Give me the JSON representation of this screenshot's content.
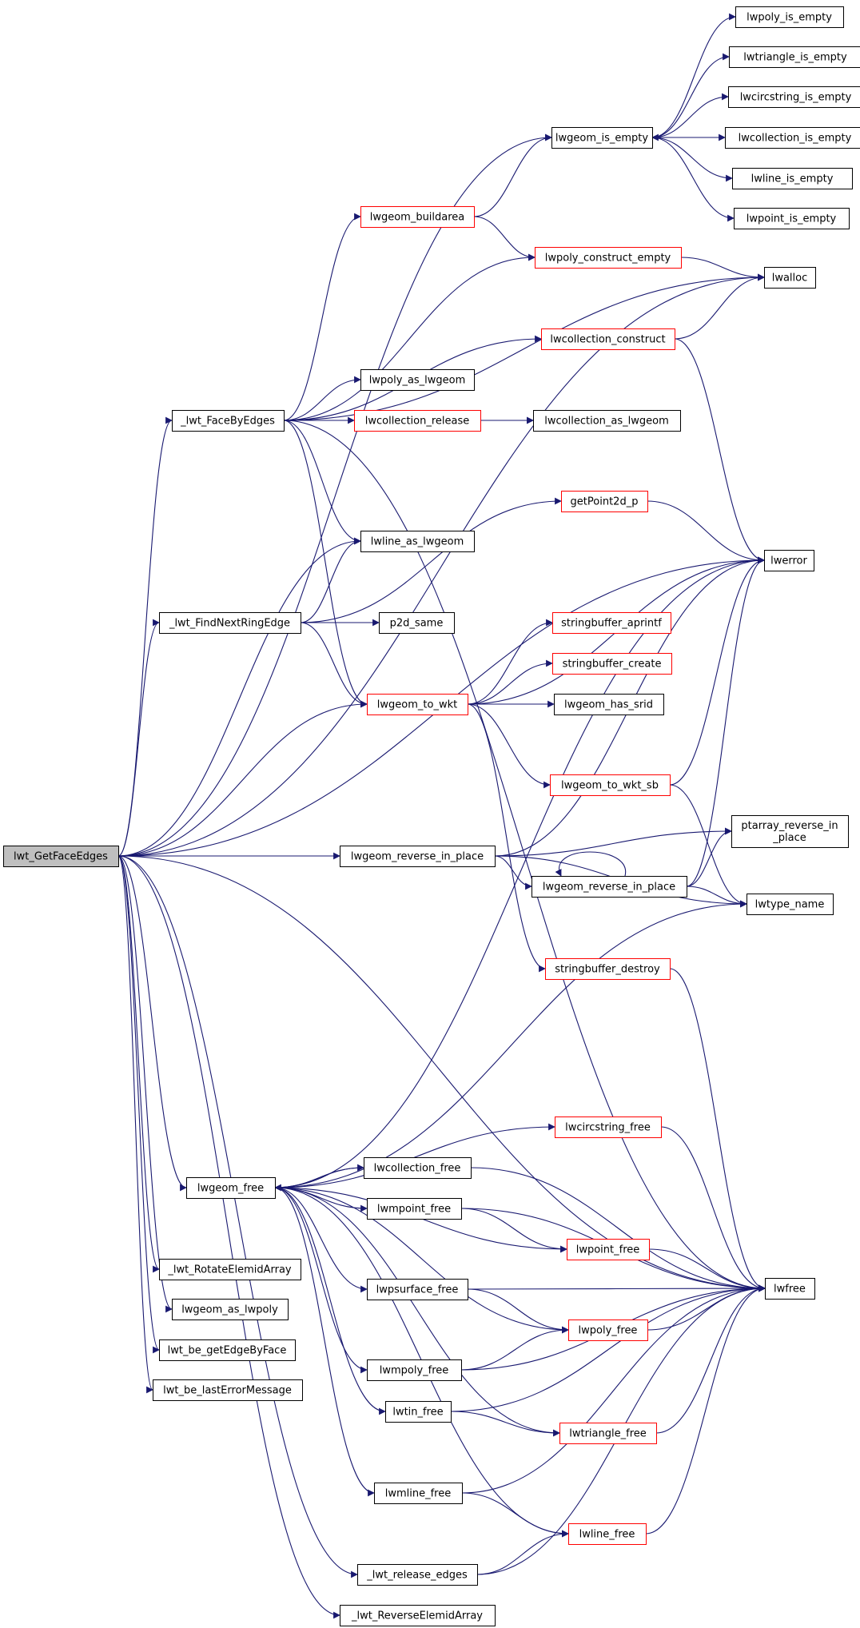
{
  "diagram": {
    "colors": {
      "edge": "#191970",
      "box_default": "#000000",
      "box_red": "#ff0000",
      "box_root_fill": "#bfbfbf",
      "text": "#000000"
    },
    "nodes": [
      {
        "id": "root",
        "label": "lwt_GetFaceEdges",
        "style": "root"
      },
      {
        "id": "faceByEdges",
        "label": "_lwt_FaceByEdges",
        "style": "black"
      },
      {
        "id": "findNextRing",
        "label": "_lwt_FindNextRingEdge",
        "style": "black"
      },
      {
        "id": "geomFree",
        "label": "lwgeom_free",
        "style": "black"
      },
      {
        "id": "rotateElemid",
        "label": "_lwt_RotateElemidArray",
        "style": "black"
      },
      {
        "id": "geomAsPoly",
        "label": "lwgeom_as_lwpoly",
        "style": "black"
      },
      {
        "id": "beGetEdge",
        "label": "lwt_be_getEdgeByFace",
        "style": "black"
      },
      {
        "id": "beLastErr",
        "label": "lwt_be_lastErrorMessage",
        "style": "black"
      },
      {
        "id": "geomBuildarea",
        "label": "lwgeom_buildarea",
        "style": "red"
      },
      {
        "id": "polyAsGeom",
        "label": "lwpoly_as_lwgeom",
        "style": "black"
      },
      {
        "id": "collRelease",
        "label": "lwcollection_release",
        "style": "red"
      },
      {
        "id": "lineAsGeom",
        "label": "lwline_as_lwgeom",
        "style": "black"
      },
      {
        "id": "p2dSame",
        "label": "p2d_same",
        "style": "black"
      },
      {
        "id": "geomToWkt",
        "label": "lwgeom_to_wkt",
        "style": "red"
      },
      {
        "id": "geomRevA",
        "label": "lwgeom_reverse_in_place",
        "style": "black"
      },
      {
        "id": "collFree",
        "label": "lwcollection_free",
        "style": "black"
      },
      {
        "id": "mpointFree",
        "label": "lwmpoint_free",
        "style": "black"
      },
      {
        "id": "psurfFree",
        "label": "lwpsurface_free",
        "style": "black"
      },
      {
        "id": "mpolyFree",
        "label": "lwmpoly_free",
        "style": "black"
      },
      {
        "id": "tinFree",
        "label": "lwtin_free",
        "style": "black"
      },
      {
        "id": "mlineFree",
        "label": "lwmline_free",
        "style": "black"
      },
      {
        "id": "releaseEdges",
        "label": "_lwt_release_edges",
        "style": "black"
      },
      {
        "id": "reverseElemid",
        "label": "_lwt_ReverseElemidArray",
        "style": "black"
      },
      {
        "id": "geomIsEmpty",
        "label": "lwgeom_is_empty",
        "style": "black"
      },
      {
        "id": "polyConstructEmpty",
        "label": "lwpoly_construct_empty",
        "style": "red"
      },
      {
        "id": "collConstruct",
        "label": "lwcollection_construct",
        "style": "red"
      },
      {
        "id": "collAsGeom",
        "label": "lwcollection_as_lwgeom",
        "style": "black"
      },
      {
        "id": "getPoint2d",
        "label": "getPoint2d_p",
        "style": "red"
      },
      {
        "id": "sbAprintf",
        "label": "stringbuffer_aprintf",
        "style": "red"
      },
      {
        "id": "sbCreate",
        "label": "stringbuffer_create",
        "style": "red"
      },
      {
        "id": "geomHasSrid",
        "label": "lwgeom_has_srid",
        "style": "black"
      },
      {
        "id": "geomToWktSb",
        "label": "lwgeom_to_wkt_sb",
        "style": "red"
      },
      {
        "id": "geomRevB",
        "label": "lwgeom_reverse_in_place",
        "style": "black"
      },
      {
        "id": "sbDestroy",
        "label": "stringbuffer_destroy",
        "style": "red"
      },
      {
        "id": "circFree",
        "label": "lwcircstring_free",
        "style": "red"
      },
      {
        "id": "pointFree",
        "label": "lwpoint_free",
        "style": "red"
      },
      {
        "id": "polyFree",
        "label": "lwpoly_free",
        "style": "red"
      },
      {
        "id": "triFree",
        "label": "lwtriangle_free",
        "style": "red"
      },
      {
        "id": "lineFree",
        "label": "lwline_free",
        "style": "red"
      },
      {
        "id": "polyIsEmpty",
        "label": "lwpoly_is_empty",
        "style": "black"
      },
      {
        "id": "triIsEmpty",
        "label": "lwtriangle_is_empty",
        "style": "black"
      },
      {
        "id": "circIsEmpty",
        "label": "lwcircstring_is_empty",
        "style": "black"
      },
      {
        "id": "collIsEmpty",
        "label": "lwcollection_is_empty",
        "style": "black"
      },
      {
        "id": "lineIsEmpty",
        "label": "lwline_is_empty",
        "style": "black"
      },
      {
        "id": "pointIsEmpty",
        "label": "lwpoint_is_empty",
        "style": "black"
      },
      {
        "id": "lwalloc",
        "label": "lwalloc",
        "style": "black"
      },
      {
        "id": "lwerror",
        "label": "lwerror",
        "style": "black"
      },
      {
        "id": "ptarrayRev",
        "label": "ptarray_reverse_in\n_place",
        "style": "black"
      },
      {
        "id": "lwtypeName",
        "label": "lwtype_name",
        "style": "black"
      },
      {
        "id": "lwfree",
        "label": "lwfree",
        "style": "black"
      }
    ],
    "edges": [
      [
        "root",
        "faceByEdges"
      ],
      [
        "root",
        "findNextRing"
      ],
      [
        "root",
        "geomFree"
      ],
      [
        "root",
        "rotateElemid"
      ],
      [
        "root",
        "geomAsPoly"
      ],
      [
        "root",
        "beGetEdge"
      ],
      [
        "root",
        "beLastErr"
      ],
      [
        "root",
        "geomToWkt"
      ],
      [
        "root",
        "geomRevA"
      ],
      [
        "root",
        "releaseEdges"
      ],
      [
        "root",
        "reverseElemid"
      ],
      [
        "root",
        "lineAsGeom"
      ],
      [
        "root",
        "geomIsEmpty"
      ],
      [
        "root",
        "lwalloc"
      ],
      [
        "root",
        "lwerror"
      ],
      [
        "root",
        "lwfree"
      ],
      [
        "faceByEdges",
        "geomBuildarea"
      ],
      [
        "faceByEdges",
        "polyConstructEmpty"
      ],
      [
        "faceByEdges",
        "lwalloc"
      ],
      [
        "faceByEdges",
        "collConstruct"
      ],
      [
        "faceByEdges",
        "polyAsGeom"
      ],
      [
        "faceByEdges",
        "collRelease"
      ],
      [
        "faceByEdges",
        "collAsGeom"
      ],
      [
        "faceByEdges",
        "lineAsGeom"
      ],
      [
        "faceByEdges",
        "geomToWkt"
      ],
      [
        "faceByEdges",
        "lwfree"
      ],
      [
        "findNextRing",
        "lineAsGeom"
      ],
      [
        "findNextRing",
        "getPoint2d"
      ],
      [
        "findNextRing",
        "p2dSame"
      ],
      [
        "findNextRing",
        "geomToWkt"
      ],
      [
        "geomBuildarea",
        "geomIsEmpty"
      ],
      [
        "geomBuildarea",
        "polyConstructEmpty"
      ],
      [
        "collRelease",
        "collAsGeom"
      ],
      [
        "geomToWkt",
        "lwerror"
      ],
      [
        "geomToWkt",
        "sbAprintf"
      ],
      [
        "geomToWkt",
        "sbCreate"
      ],
      [
        "geomToWkt",
        "geomHasSrid"
      ],
      [
        "geomToWkt",
        "geomToWktSb"
      ],
      [
        "geomToWkt",
        "sbDestroy"
      ],
      [
        "geomRevA",
        "lwerror"
      ],
      [
        "geomRevA",
        "ptarrayRev"
      ],
      [
        "geomRevA",
        "geomRevB"
      ],
      [
        "geomRevA",
        "lwtypeName"
      ],
      [
        "geomRevB",
        "geomRevB"
      ],
      [
        "geomRevB",
        "ptarrayRev"
      ],
      [
        "geomRevB",
        "lwtypeName"
      ],
      [
        "geomRevB",
        "lwerror"
      ],
      [
        "geomToWktSb",
        "lwerror"
      ],
      [
        "geomToWktSb",
        "lwtypeName"
      ],
      [
        "getPoint2d",
        "lwerror"
      ],
      [
        "collConstruct",
        "lwalloc"
      ],
      [
        "collConstruct",
        "lwerror"
      ],
      [
        "polyConstructEmpty",
        "lwalloc"
      ],
      [
        "geomIsEmpty",
        "polyIsEmpty"
      ],
      [
        "geomIsEmpty",
        "triIsEmpty"
      ],
      [
        "geomIsEmpty",
        "circIsEmpty"
      ],
      [
        "geomIsEmpty",
        "collIsEmpty"
      ],
      [
        "geomIsEmpty",
        "lineIsEmpty"
      ],
      [
        "geomIsEmpty",
        "pointIsEmpty"
      ],
      [
        "collIsEmpty",
        "geomIsEmpty"
      ],
      [
        "sbDestroy",
        "lwfree"
      ],
      [
        "geomFree",
        "lwerror"
      ],
      [
        "geomFree",
        "lwtypeName"
      ],
      [
        "geomFree",
        "circFree"
      ],
      [
        "geomFree",
        "collFree"
      ],
      [
        "geomFree",
        "mpointFree"
      ],
      [
        "geomFree",
        "pointFree"
      ],
      [
        "geomFree",
        "psurfFree"
      ],
      [
        "geomFree",
        "polyFree"
      ],
      [
        "geomFree",
        "mpolyFree"
      ],
      [
        "geomFree",
        "tinFree"
      ],
      [
        "geomFree",
        "triFree"
      ],
      [
        "geomFree",
        "mlineFree"
      ],
      [
        "geomFree",
        "lineFree"
      ],
      [
        "collFree",
        "geomFree"
      ],
      [
        "collFree",
        "lwfree"
      ],
      [
        "mpointFree",
        "pointFree"
      ],
      [
        "mpointFree",
        "lwfree"
      ],
      [
        "psurfFree",
        "polyFree"
      ],
      [
        "psurfFree",
        "lwfree"
      ],
      [
        "mpolyFree",
        "polyFree"
      ],
      [
        "mpolyFree",
        "lwfree"
      ],
      [
        "tinFree",
        "triFree"
      ],
      [
        "tinFree",
        "lwfree"
      ],
      [
        "mlineFree",
        "lineFree"
      ],
      [
        "mlineFree",
        "lwfree"
      ],
      [
        "releaseEdges",
        "lineFree"
      ],
      [
        "releaseEdges",
        "lwfree"
      ],
      [
        "circFree",
        "lwfree"
      ],
      [
        "pointFree",
        "lwfree"
      ],
      [
        "polyFree",
        "lwfree"
      ],
      [
        "triFree",
        "lwfree"
      ],
      [
        "lineFree",
        "lwfree"
      ]
    ]
  }
}
